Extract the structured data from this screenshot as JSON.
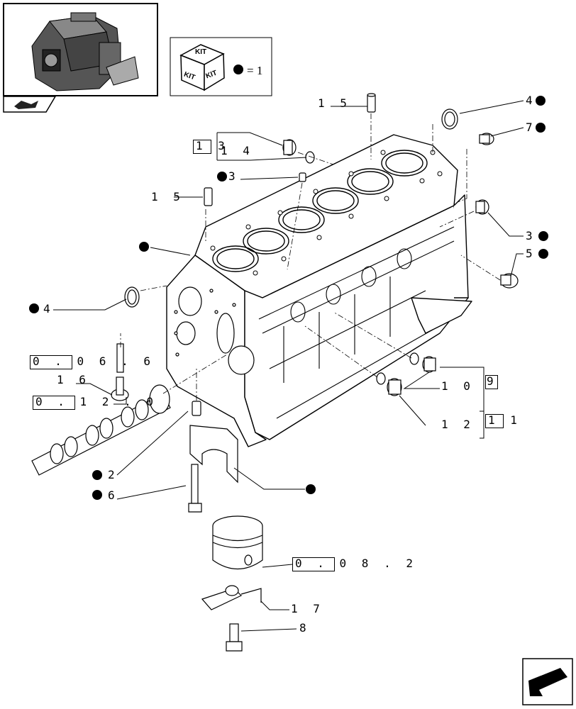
{
  "kit_legend": {
    "kit_label": "KIT",
    "equals_text": "= 1"
  },
  "callouts": {
    "c15_top": "1 5",
    "c4_top_right": "4",
    "c7": "7",
    "c13": "1 3",
    "c14": "1 4",
    "c3_left": "3",
    "c15_left": "1 5",
    "c3_right": "3",
    "c5": "5",
    "c4_left": "4",
    "ref_0066": "0 . 0 6 . 6",
    "c16": "1 6",
    "ref_0120": "0 . 1 2 . 0",
    "c10": "1 0",
    "c9": "9",
    "c12": "1 2",
    "c11": "1 1",
    "c2": "2",
    "c6": "6",
    "ref_0082": "0 . 0 8 . 2",
    "c17": "1 7",
    "c8": "8"
  }
}
